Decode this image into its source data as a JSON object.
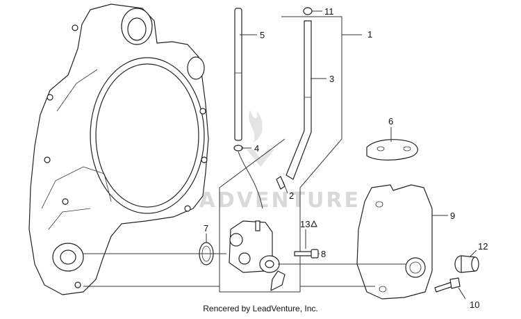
{
  "watermark": {
    "text": "LEADVENTURE"
  },
  "credit": "Rencered by LeadVenture, Inc.",
  "callouts": [
    "1",
    "2",
    "3",
    "4",
    "5",
    "6",
    "7",
    "8",
    "9",
    "10",
    "11",
    "12",
    "13"
  ],
  "colors": {
    "line": "#222222",
    "text": "#111111",
    "watermark": "#d9d9d9"
  }
}
